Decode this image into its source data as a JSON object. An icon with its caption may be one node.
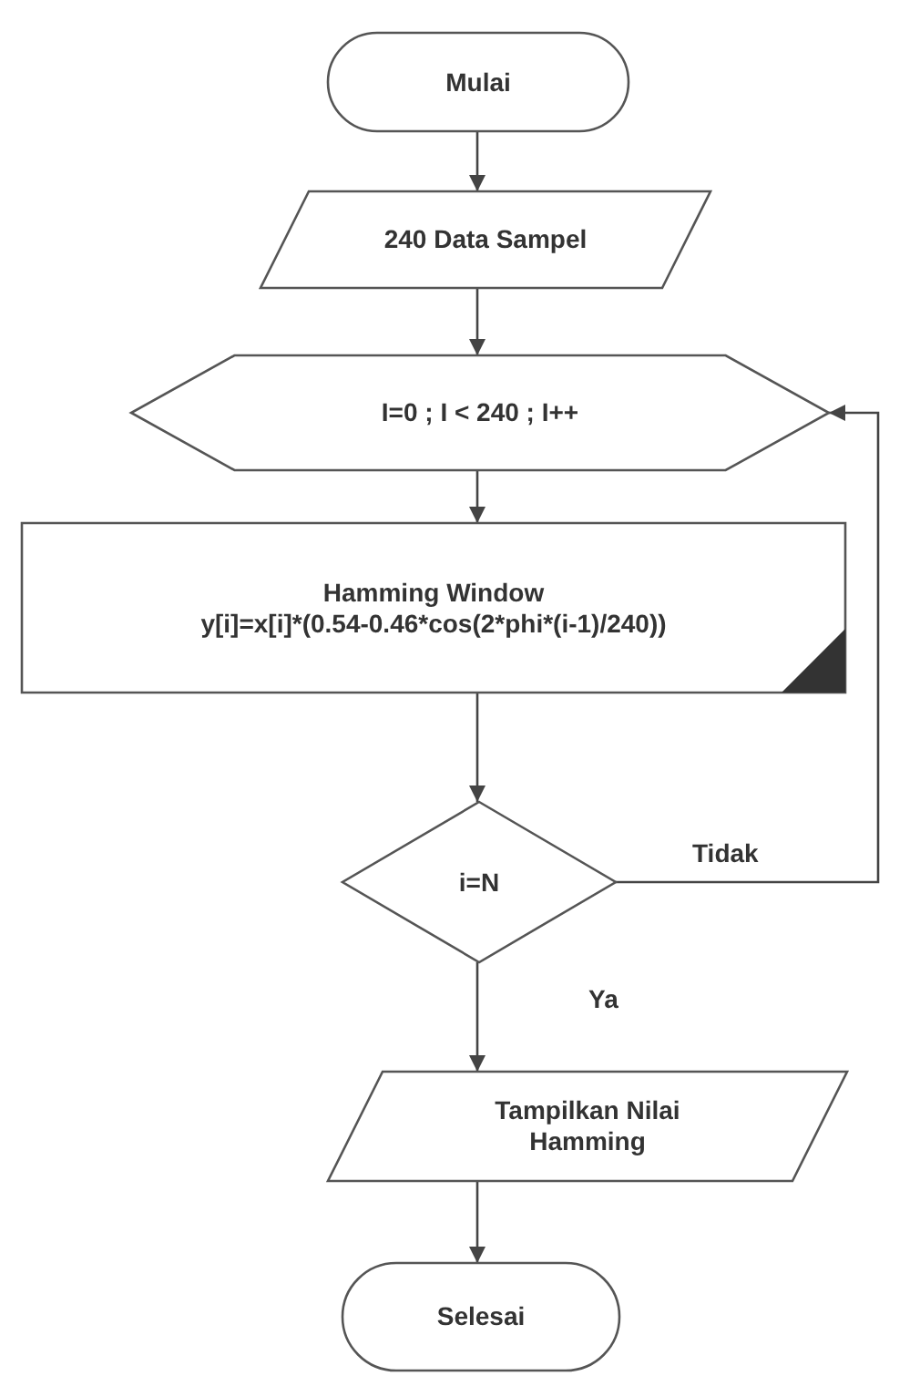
{
  "diagram": {
    "nodes": [
      {
        "text": [
          "Mulai"
        ]
      },
      {
        "text": [
          "240 Data Sampel"
        ]
      },
      {
        "text": [
          "I=0 ; I < 240 ; I++"
        ]
      },
      {
        "text": [
          "Hamming Window",
          "y[i]=x[i]*(0.54-0.46*cos(2*phi*(i-1)/240))"
        ]
      },
      {
        "text": [
          "i=N"
        ]
      },
      {
        "text": [
          "Tampilkan Nilai Hamming"
        ]
      },
      {
        "text": [
          "Selesai"
        ]
      }
    ],
    "edges": [
      {
        "from": 0,
        "to": 1,
        "arrow": "to"
      },
      {
        "from": 1,
        "to": 2,
        "arrow": "to"
      },
      {
        "from": 2,
        "to": 3,
        "arrow": "to"
      },
      {
        "from": 3,
        "to": 4,
        "arrow": "to"
      },
      {
        "from": 4,
        "to": 2,
        "arrow": "to",
        "label": "Tidak"
      },
      {
        "from": 4,
        "to": 5,
        "arrow": "to",
        "label": "Ya"
      },
      {
        "from": 5,
        "to": 6,
        "arrow": "to"
      }
    ]
  }
}
